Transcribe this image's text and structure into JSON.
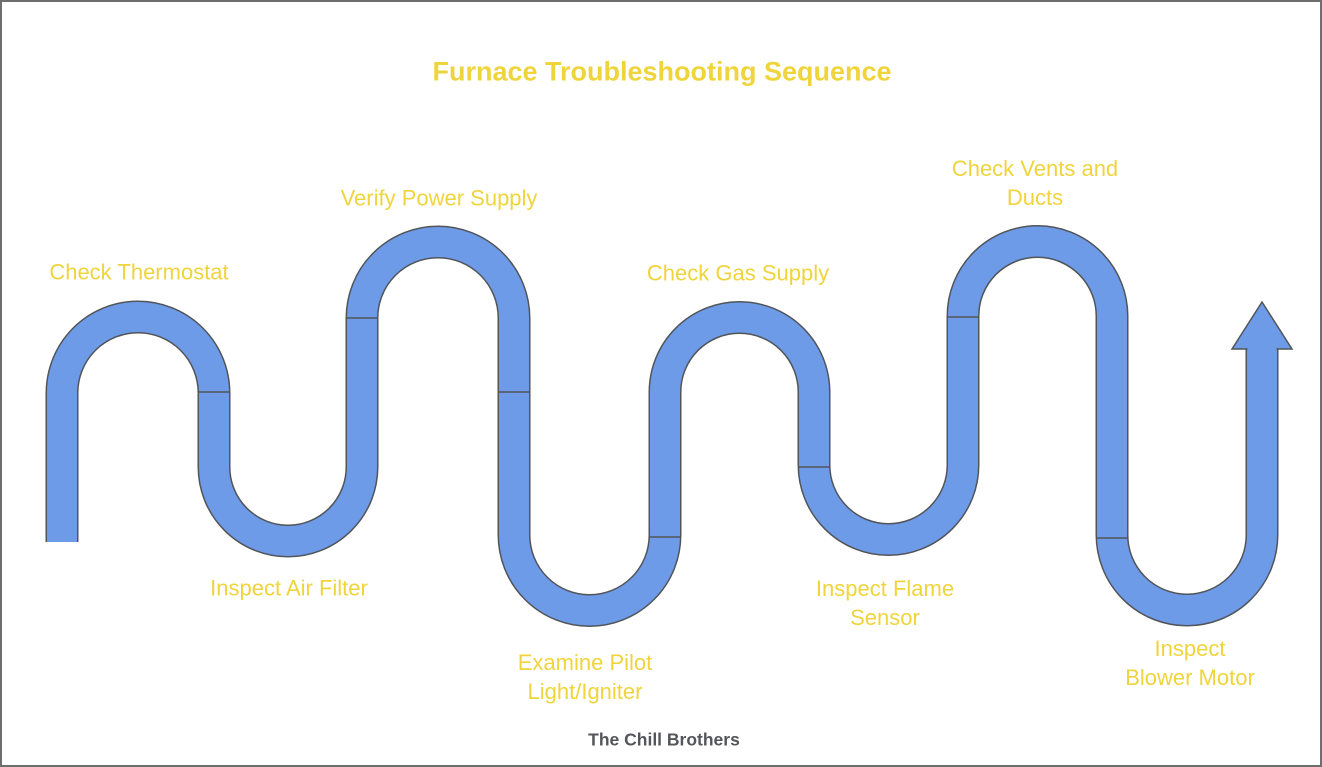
{
  "title": "Furnace Troubleshooting Sequence",
  "footer": "The Chill Brothers",
  "diagram": {
    "type": "serpentine-flow",
    "direction": "left-to-right, ends with upward arrow",
    "steps": [
      {
        "order": 1,
        "label": "Check Thermostat"
      },
      {
        "order": 2,
        "label": "Inspect Air Filter"
      },
      {
        "order": 3,
        "label": "Verify Power Supply"
      },
      {
        "order": 4,
        "label": "Examine Pilot\nLight/Igniter"
      },
      {
        "order": 5,
        "label": "Check Gas Supply"
      },
      {
        "order": 6,
        "label": "Inspect Flame\nSensor"
      },
      {
        "order": 7,
        "label": "Check Vents and\nDucts"
      },
      {
        "order": 8,
        "label": "Inspect Blower Motor"
      }
    ],
    "segment_divider_count": 7,
    "colors": {
      "path_fill": "#6D9BE8",
      "path_outline": "#515459",
      "label_text": "#F0D43C",
      "title_text": "#F0D43C",
      "footer_text": "#55565B",
      "background": "#FFFFFF",
      "border": "#6E6E6E"
    }
  }
}
